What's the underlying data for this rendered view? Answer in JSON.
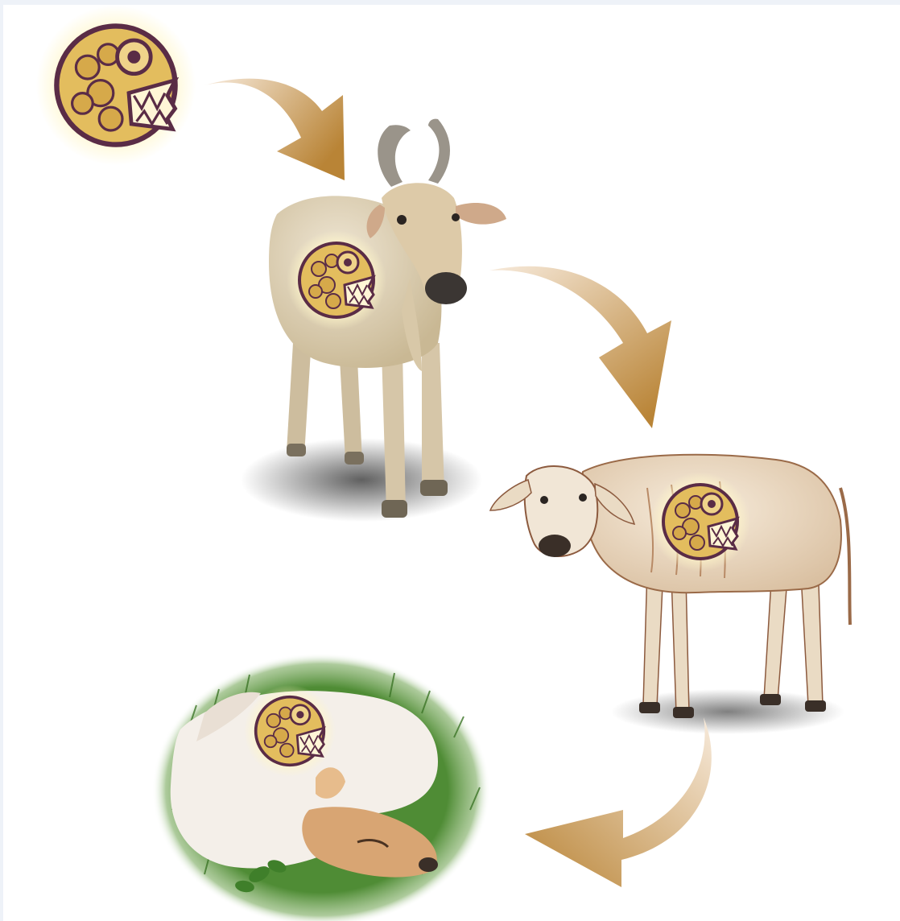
{
  "colors": {
    "arrow_light": "#f6e6cf",
    "arrow_dark": "#b98436",
    "parasite_fill": "#e6c061",
    "parasite_line": "#5a2c46",
    "parasite_glow": "#fff6c8",
    "cow_healthy": "#e4d7c0",
    "cow_sick": "#efe2cd",
    "calf": "#f3eee8",
    "calf_head": "#d49a67",
    "grass": "#4d8a34",
    "shadow": "#555555"
  },
  "icons": {
    "parasite": "parasite-monster-icon",
    "arrow": "curved-arrow-icon"
  },
  "stages": [
    "parasite",
    "healthy-cow-infected",
    "emaciated-cow",
    "collapsed-calf"
  ]
}
